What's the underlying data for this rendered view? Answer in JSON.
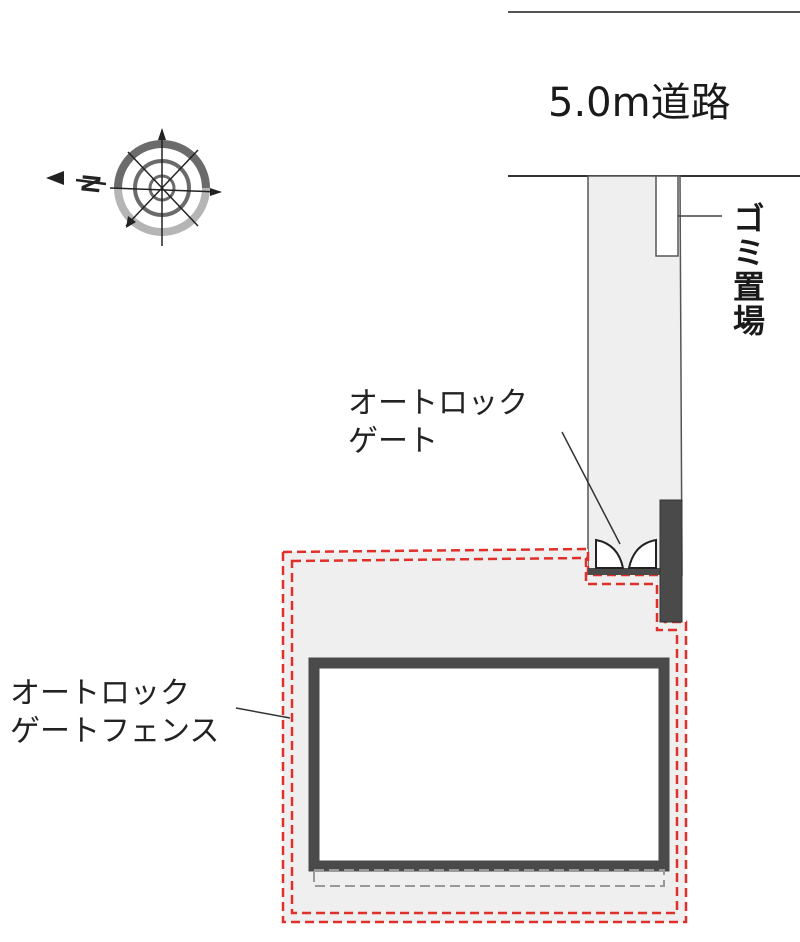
{
  "labels": {
    "road": "5.0m道路",
    "trash_area": "ゴミ置場",
    "autolock_gate": [
      "オートロック",
      "ゲート"
    ],
    "autolock_gate_fence": [
      "オートロック",
      "ゲートフェンス"
    ]
  },
  "compass": {
    "north_letter": "N",
    "north_direction": "left"
  },
  "colors": {
    "fence_dashed": "#e0302b",
    "ground_fill": "#efefef",
    "building_wall": "#4a4a4a",
    "compass_dark": "#6b6b6b",
    "compass_light": "#b5b5b5"
  }
}
